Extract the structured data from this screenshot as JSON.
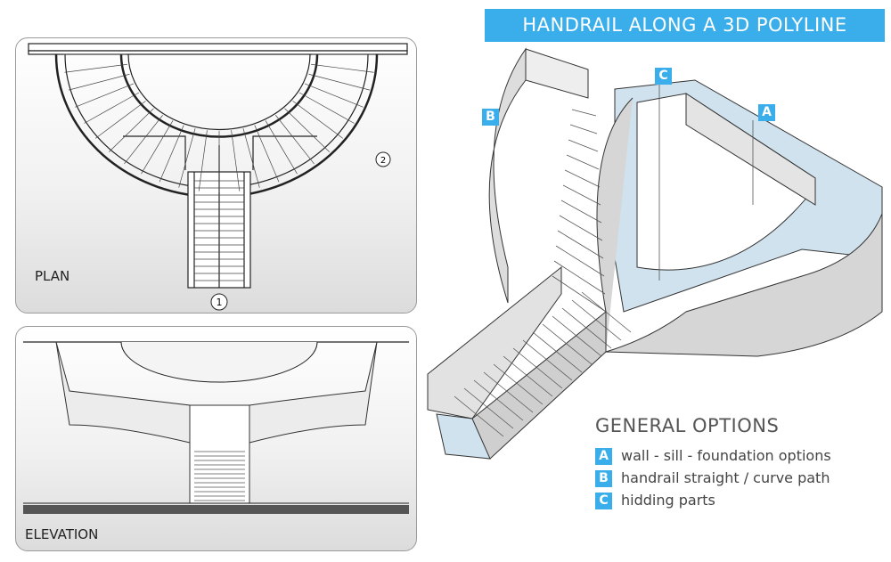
{
  "title": "HANDRAIL ALONG A 3D POLYLINE",
  "plan": {
    "label": "PLAN",
    "markers": [
      "1",
      "2"
    ]
  },
  "elevation": {
    "label": "ELEVATION"
  },
  "callouts": {
    "a": "A",
    "b": "B",
    "c": "C"
  },
  "legend": {
    "title": "GENERAL OPTIONS",
    "items": [
      {
        "tag": "A",
        "text": "wall - sill - foundation options"
      },
      {
        "tag": "B",
        "text": "handrail  straight / curve path"
      },
      {
        "tag": "C",
        "text": "hidding parts"
      }
    ]
  },
  "colors": {
    "accent": "#3aaeea",
    "text": "#444444"
  }
}
